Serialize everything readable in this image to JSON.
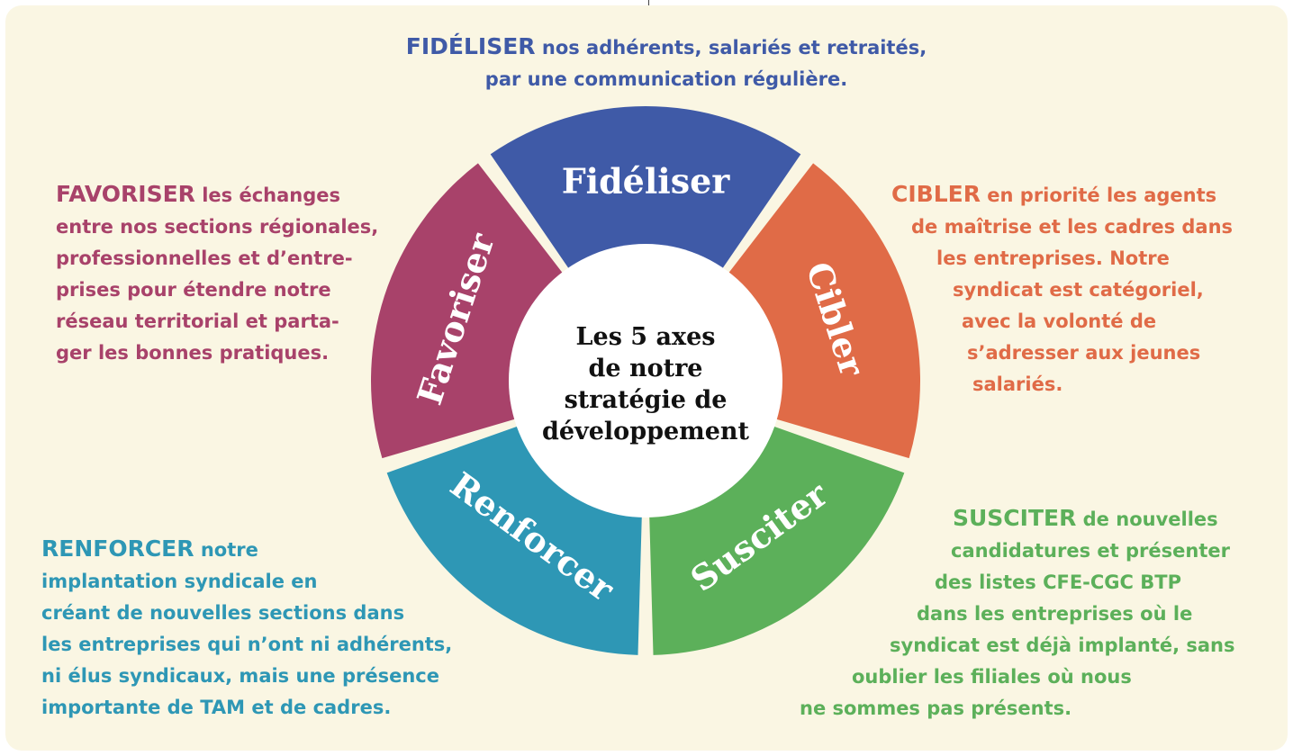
{
  "colors": {
    "background": "#faf6e3",
    "fideliser": "#3f5aa7",
    "cibler": "#e06b47",
    "susciter": "#5cb05a",
    "renforcer": "#2e97b5",
    "favoriser": "#a8426a"
  },
  "center": {
    "lines": [
      "Les 5 axes",
      "de notre",
      "stratégie de",
      "développement"
    ]
  },
  "segments": [
    {
      "key": "fideliser",
      "label": "Fidéliser"
    },
    {
      "key": "cibler",
      "label": "Cibler"
    },
    {
      "key": "susciter",
      "label": "Susciter"
    },
    {
      "key": "renforcer",
      "label": "Renforcer"
    },
    {
      "key": "favoriser",
      "label": "Favoriser"
    }
  ],
  "descriptions": {
    "fideliser": {
      "keyword": "FIDÉLISER",
      "lines": [
        " nos adhérents, salariés et retraités,",
        "par une communication régulière."
      ]
    },
    "favoriser": {
      "keyword": "FAVORISER",
      "lines": [
        " les échanges",
        "entre nos sections régionales,",
        "professionnelles et d’entre-",
        "prises pour étendre notre",
        "réseau territorial et parta-",
        "ger les bonnes pratiques."
      ]
    },
    "cibler": {
      "keyword": "CIBLER",
      "lines": [
        " en priorité les agents",
        "de maîtrise et les cadres dans",
        "les entreprises. Notre",
        "syndicat est catégoriel,",
        "avec la volonté de",
        "s’adresser aux jeunes",
        "salariés."
      ]
    },
    "renforcer": {
      "keyword": "RENFORCER",
      "lines": [
        " notre",
        "implantation syndicale en",
        "créant de nouvelles sections dans",
        "les entreprises qui n’ont ni adhérents,",
        "ni élus syndicaux, mais une présence",
        "importante de TAM et de cadres."
      ]
    },
    "susciter": {
      "keyword": "SUSCITER",
      "lines": [
        " de nouvelles",
        "candidatures et présenter",
        "des listes CFE-CGC BTP",
        "dans les entreprises où le",
        "syndicat est déjà implanté, sans",
        "oublier les filiales où nous",
        "ne sommes pas présents."
      ]
    }
  }
}
